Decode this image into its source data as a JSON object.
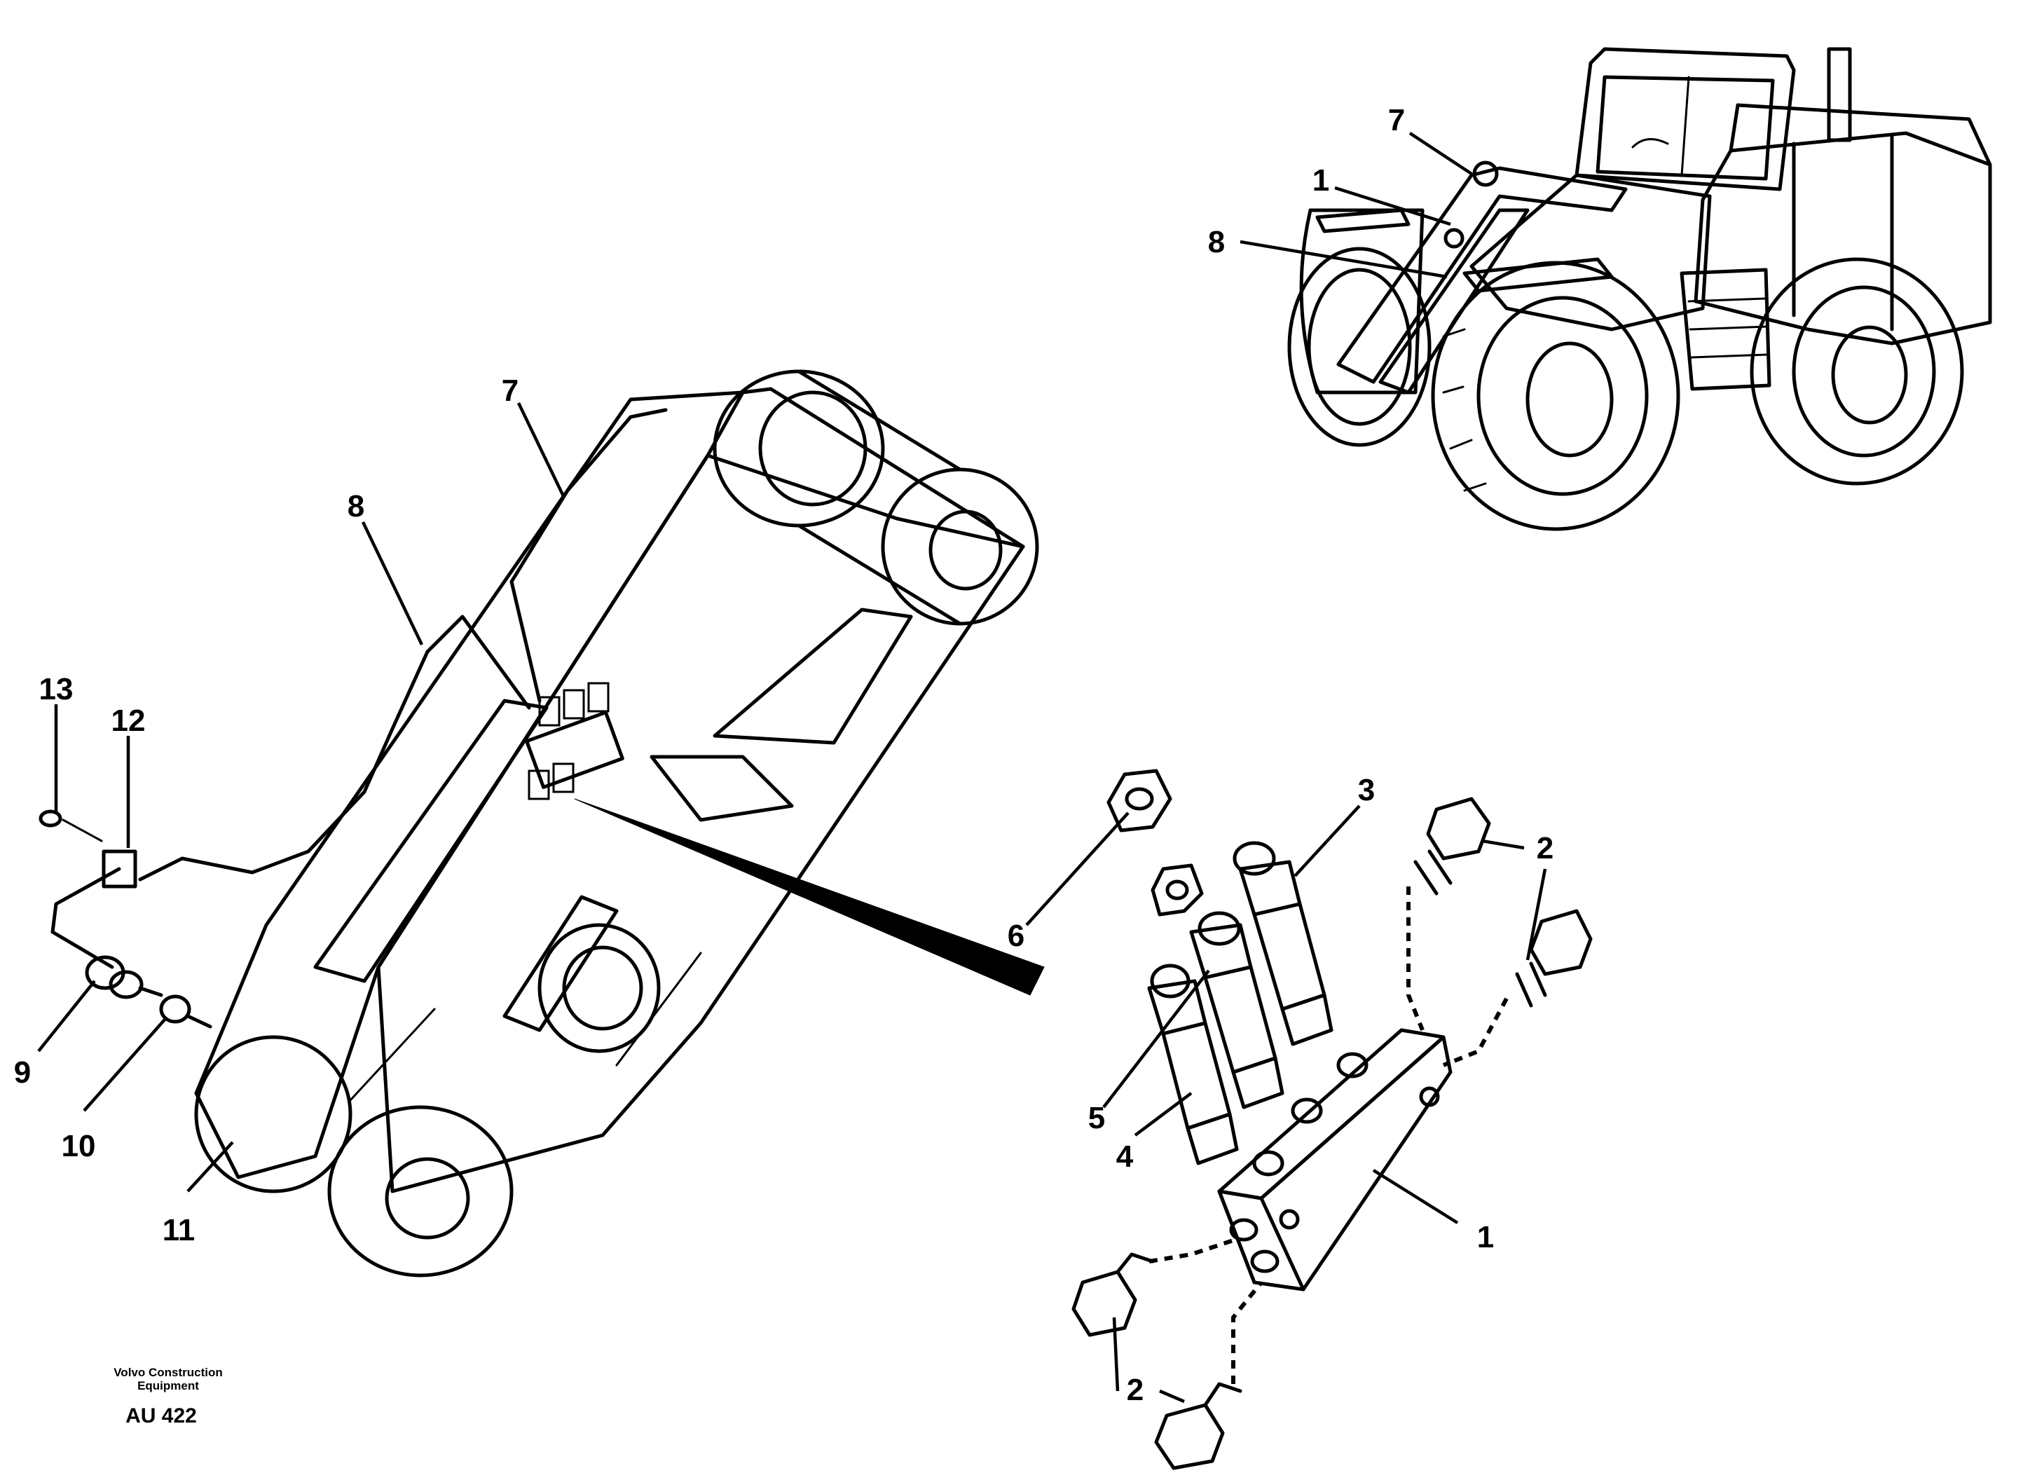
{
  "callouts": {
    "overview": {
      "n7": "7",
      "n1": "1",
      "n8": "8"
    },
    "arm": {
      "n7": "7",
      "n8": "8",
      "n13": "13",
      "n12": "12",
      "n9": "9",
      "n10": "10",
      "n11": "11"
    },
    "detail": {
      "n3": "3",
      "n2_top": "2",
      "n6": "6",
      "n5": "5",
      "n4": "4",
      "n1": "1",
      "n2_bottom": "2"
    }
  },
  "footer": {
    "brand_line1": "Volvo Construction",
    "brand_line2": "Equipment",
    "code": "AU 422"
  }
}
